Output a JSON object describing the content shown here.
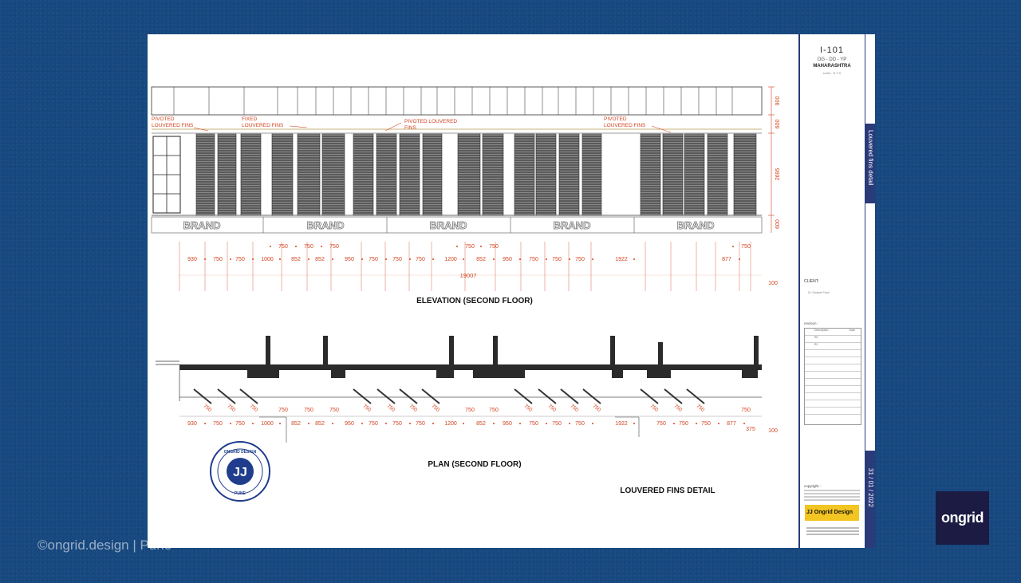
{
  "sheet": {
    "number": "I-101",
    "subtitle": "OG - DD - YP",
    "state": "MAHARASHTRA",
    "scale": "scale : N.T.S",
    "vertical_title": "Louvered fins detail",
    "date": "31 / 01 / 2022",
    "client_label": "CLIENT:",
    "client_name": "Dr. Ranjeet Pardi",
    "revision_label": "revision :",
    "revision_headers": [
      "Description",
      "Date"
    ],
    "revision_rows": [
      "R0",
      "R1"
    ],
    "copyright_label": "copyright :",
    "firm": "Ongrid Design",
    "firm_mark": "JJ"
  },
  "drawing": {
    "elevation_title": "ELEVATION (SECOND FLOOR)",
    "plan_title": "PLAN (SECOND FLOOR)",
    "detail_title": "LOUVERED FINS DETAIL",
    "brand_label": "BRAND",
    "callouts": {
      "pivoted_1": [
        "PIVOTED",
        "LOUVERED FINS"
      ],
      "fixed": [
        "FIXED",
        "LOUVERED FINS"
      ],
      "pivoted_2": [
        "PIVOTED LOUVERED",
        "FINS"
      ],
      "pivoted_3": [
        "PIVOTED",
        "LOUVERED FINS"
      ]
    },
    "vertical_dims": [
      "900",
      "600",
      "2695",
      "600"
    ],
    "elevation_dims_row1": [
      "750",
      "750",
      "750",
      "750",
      "750",
      "750"
    ],
    "elevation_dims_row2": [
      "930",
      "750",
      "750",
      "1000",
      "852",
      "852",
      "950",
      "750",
      "750",
      "750",
      "1200",
      "852",
      "950",
      "750",
      "750",
      "750",
      "1922",
      "877"
    ],
    "overall_dim": "19007",
    "end_dim": "100",
    "plan_dims_row1": [
      "750",
      "750",
      "750",
      "750",
      "750",
      "750"
    ],
    "plan_dims_row2": [
      "930",
      "750",
      "750",
      "1000",
      "852",
      "852",
      "950",
      "750",
      "750",
      "750",
      "1200",
      "852",
      "950",
      "750",
      "750",
      "750",
      "1922",
      "750",
      "750",
      "750",
      "877"
    ],
    "plan_fin_labels": [
      "750",
      "750",
      "750",
      "750",
      "750",
      "750",
      "750",
      "750",
      "750",
      "750",
      "750",
      "750",
      "750",
      "750"
    ],
    "plan_end_dims": [
      "375",
      "100"
    ],
    "stamp": {
      "mark": "JJ",
      "top": "ONGRID DESIGN",
      "bottom": "PUNE"
    }
  },
  "brand": {
    "logo_text": "ongrid"
  },
  "watermark": "©ongrid.design | Pune",
  "colors": {
    "background": "#17487f",
    "dimension": "#d2431f",
    "titleblock_accent": "#2a3b7a",
    "firm_yellow": "#f2c522",
    "brand_tile": "#1b1b44"
  }
}
